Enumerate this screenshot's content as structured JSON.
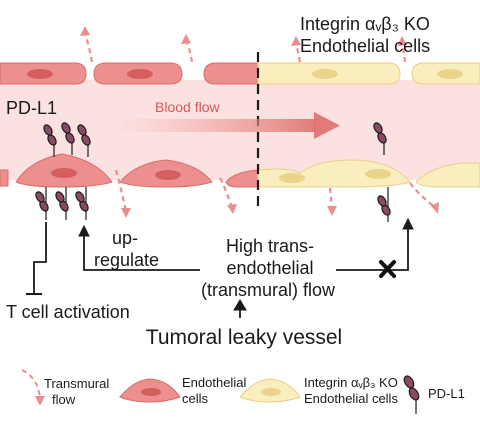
{
  "labels": {
    "ko_title_1": "Integrin αᵥβ₃ KO",
    "ko_title_2": "Endothelial cells",
    "pdl1": "PD-L1",
    "blood_flow": "Blood flow",
    "upregulate_1": "up-",
    "upregulate_2": "regulate",
    "flow_1": "High trans-",
    "flow_2": "endothelial",
    "flow_3": "(transmural) flow",
    "t_cell": "T cell activation",
    "vessel": "Tumoral leaky vessel"
  },
  "legend": {
    "transmural_1": "Transmural",
    "transmural_2": "flow",
    "endothelial_1": "Endothelial",
    "endothelial_2": "cells",
    "ko_1": "Integrin αᵥβ₃ KO",
    "ko_2": "Endothelial cells",
    "pdl1": "PD-L1"
  },
  "colors": {
    "vessel_bg": "#fbe2e1",
    "cell_pink": "#ec8f8e",
    "cell_pink_stroke": "#d86e6d",
    "nucleus_pink": "#d45f5e",
    "cell_yellow": "#faeebf",
    "cell_yellow_stroke": "#e8cf86",
    "nucleus_yellow": "#ecd38a",
    "pdl1_purple": "#8a4a64",
    "arrow_pink": "#e88f8e",
    "dark": "#1a1a1a"
  }
}
